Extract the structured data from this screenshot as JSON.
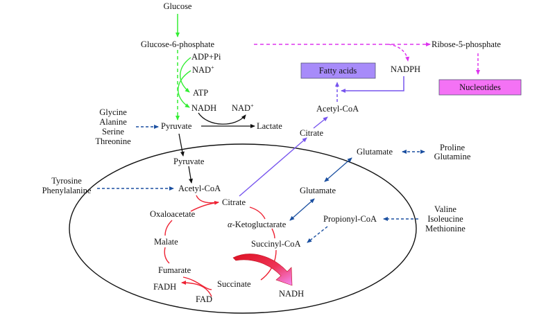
{
  "title": "Metabolic pathways: glycolysis, pentose phosphate pathway and TCA cycle",
  "colors": {
    "glycolysis": "#33ee33",
    "pentose_phosphate": "#dd33ee",
    "fatty_acid": "#7755ee",
    "amino_acid": "#1a4fa0",
    "tca": "#ee2233",
    "fermentation": "#111111",
    "fatty_acids_box": "#a78bfa",
    "nucleotides_box": "#f472f5",
    "mitochondrion_outline": "#111111"
  },
  "cytosol": {
    "glucose": "Glucose",
    "g6p": "Glucose-6-phosphate",
    "adp_pi": "ADP+Pi",
    "nad_plus_1": "NAD",
    "nad_plus_1_sup": "+",
    "atp": "ATP",
    "nadh_1": "NADH",
    "nad_plus_2": "NAD",
    "nad_plus_2_sup": "+",
    "pyruvate": "Pyruvate",
    "lactate": "Lactate",
    "ribose5p": "Ribose-5-phosphate",
    "nadph": "NADPH",
    "fatty_acids": "Fatty acids",
    "nucleotides": "Nucleotides",
    "acetyl_coa_out": "Acetyl-CoA",
    "citrate_out": "Citrate",
    "glutamate_out": "Glutamate"
  },
  "amino_acid_groups": {
    "group1": [
      "Glycine",
      "Alanine",
      "Serine",
      "Threonine"
    ],
    "group2": [
      "Tyrosine",
      "Phenylalanine"
    ],
    "group3": [
      "Proline",
      "Glutamine"
    ],
    "group4": [
      "Valine",
      "Isoleucine",
      "Methionine"
    ]
  },
  "mitochondrion": {
    "pyruvate": "Pyruvate",
    "acetyl_coa": "Acetyl-CoA",
    "citrate": "Citrate",
    "oxaloacetate": "Oxaloacetate",
    "alpha_prefix": "α",
    "ketoglutarate": "-Ketogluctarate",
    "glutamate": "Glutamate",
    "propionyl_coa": "Propionyl-CoA",
    "succinyl_coa": "Succinyl-CoA",
    "malate": "Malate",
    "fumarate": "Fumarate",
    "succinate": "Succinate",
    "fadh": "FADH",
    "fad": "FAD",
    "nadh": "NADH"
  }
}
